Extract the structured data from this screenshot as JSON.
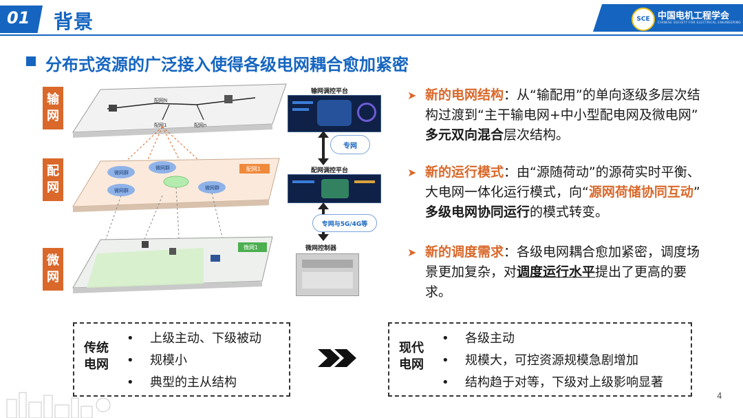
{
  "header": {
    "section_number": "01",
    "title": "背景"
  },
  "logo": {
    "badge_text": "SCE",
    "name_cn": "中国电机工程学会",
    "name_en": "CHINESE SOCIETY FOR ELECTRICAL ENGINEERING"
  },
  "subtitle": "分布式资源的广泛接入使得各级电网耦合愈加紧密",
  "diagram": {
    "tiers": [
      "输网",
      "配网",
      "微网"
    ],
    "tier_chars": [
      [
        "输",
        "网"
      ],
      [
        "配",
        "网"
      ],
      [
        "微",
        "网"
      ]
    ],
    "layer_tags": {
      "distribution": "配网1",
      "micro": "微网1"
    },
    "node_labels": {
      "dist_n": "配网N",
      "dist_1": "配网1",
      "dist_n2": "配网n"
    },
    "micro_clusters": [
      "微网群",
      "微网群",
      "微网群",
      "微网群"
    ],
    "platform_transmission": "输网调控平台",
    "platform_distribution": "配网调控平台",
    "link_private": "专网",
    "link_5g": "专网与5G/4G等",
    "micro_controller": "微网控制器"
  },
  "bullets": [
    {
      "head": "新的电网结构",
      "text1": "：从“输配用”的单向逐级多层次结构过渡到“主干输电网+中小型配电网及微电网”",
      "bold": "多元双向混合",
      "text2": "层次结构。"
    },
    {
      "head": "新的运行模式",
      "text1": "：由“源随荷动”的源荷实时平衡、大电网一体化运行模式，向“",
      "hl": "源网荷储协同互动",
      "text2": "” ",
      "bold": "多级电网协同运行",
      "text3": "的模式转变。"
    },
    {
      "head": "新的调度需求",
      "text1": "：各级电网耦合愈加紧密，调度场景更加复杂，对",
      "ul": "调度运行水平",
      "text2": "提出了更高的要求。"
    }
  ],
  "traditional": {
    "title_lines": [
      "传统",
      "电网"
    ],
    "items": [
      "上级主动、下级被动",
      "规模小",
      "典型的主从结构"
    ]
  },
  "modern": {
    "title_lines": [
      "现代",
      "电网"
    ],
    "items": [
      "各级主动",
      "规模大，可控资源规模急剧增加",
      "结构趋于对等，下级对上级影响显著"
    ]
  },
  "page_number": "4",
  "colors": {
    "brand_blue": "#1565c0",
    "accent_orange": "#d9682a"
  }
}
